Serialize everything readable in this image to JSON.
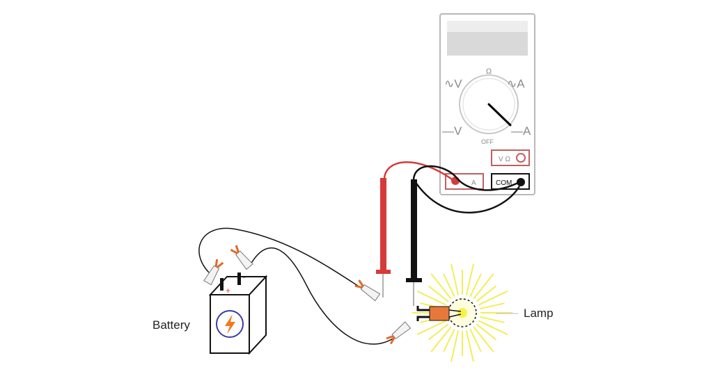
{
  "labels": {
    "battery": "Battery",
    "lamp": "Lamp",
    "battery_plus": "+",
    "battery_minus": "-"
  },
  "multimeter": {
    "dial_ohm": "Ω",
    "dial_ac_v": "∿V",
    "dial_ac_a": "∿A",
    "dial_dc_v": "—V",
    "dial_dc_a": "—A",
    "dial_off": "OFF",
    "jack_vohm": "V Ω",
    "jack_a": "A",
    "jack_com": "COM"
  },
  "colors": {
    "red_lead": "#d63a3a",
    "black_lead": "#111111",
    "clip_orange": "#e06a2c",
    "lamp_glow": "#f2ee5a",
    "lamp_base": "#e8783a",
    "meter_outline": "#b8b8b8",
    "bolt_orange": "#f07a1a",
    "bolt_circle": "#3a3aa8"
  },
  "icons": {
    "battery_symbol": "lightning-bolt-icon"
  }
}
